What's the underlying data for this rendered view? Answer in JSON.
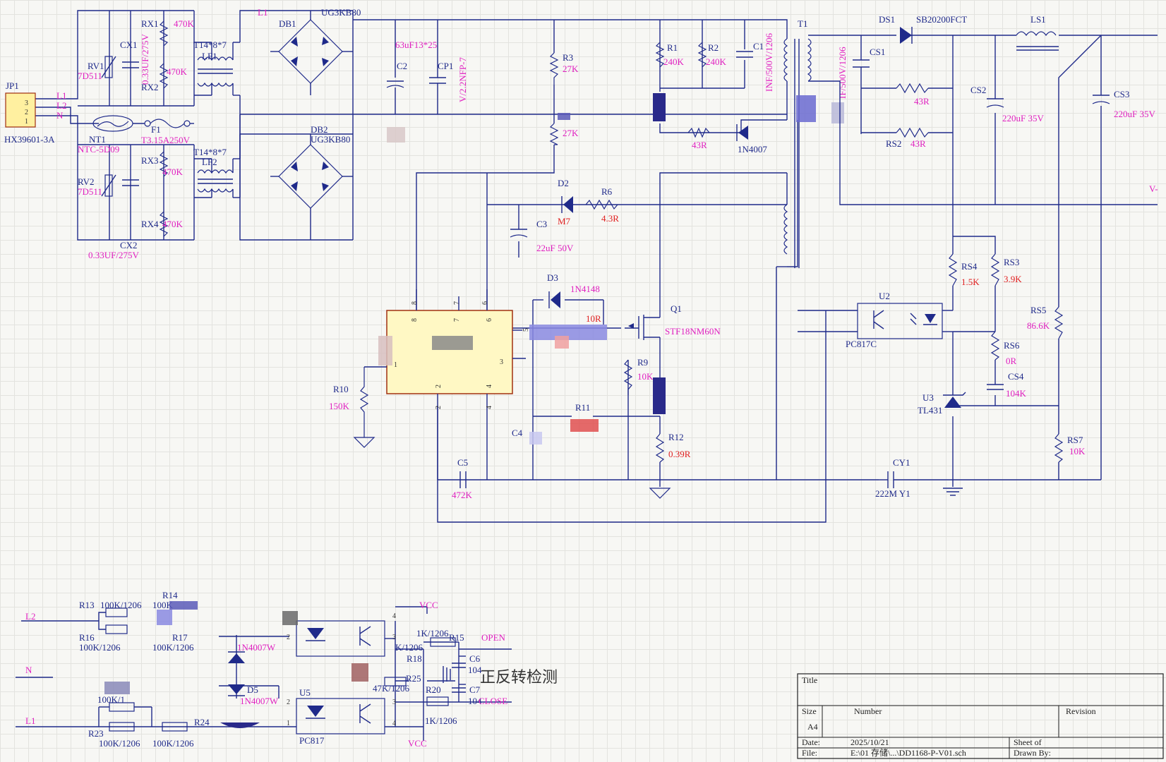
{
  "labels": {
    "jp1": "JP1",
    "jp1_part": "HX39601-3A",
    "jp1_pin3": "3",
    "jp1_pin2": "2",
    "jp1_pin1": "1",
    "l1": "L1",
    "l2": "L2",
    "n": "N",
    "cx1": "CX1",
    "cx1_val": "0.33UF/275V",
    "rv1": "RV1",
    "rv1_val": "7D511",
    "rx1": "RX1",
    "rx1_val": "470K",
    "rx2": "RX2",
    "rx2_val": "470K",
    "lf1": "LF1",
    "lf1_val": "T14*8*7",
    "nt1": "NT1",
    "nt1_val": "NTC-5D09",
    "f1": "F1",
    "f1_val": "T3.15A250V",
    "rx3": "RX3",
    "rx3_val": "470K",
    "rx4": "RX4",
    "rx4_val": "470K",
    "rv2": "RV2",
    "rv2_val": "7D511",
    "cx2": "CX2",
    "cx2_val": "0.33UF/275V",
    "lf2": "LF2",
    "lf2_val": "T14*8*7",
    "db1": "DB1",
    "db1_part": "UG3KB80",
    "db2": "DB2",
    "db2_part": "UG3KB80",
    "c2": "C2",
    "c2_val": "63uF13*25",
    "cp1": "CP1",
    "cp1_val": "V/2.2NFP-7",
    "r3": "R3",
    "r3_val": "27K",
    "r4_val": "27K",
    "r1": "R1",
    "r1_val": "240K",
    "r2": "R2",
    "r2_val": "240K",
    "c1": "C1",
    "c1_val": "INF/500V/1206",
    "r43": "43R",
    "d1_part": "1N4007",
    "t1": "T1",
    "cs1_val": "IF/500V/1206",
    "ds1": "DS1",
    "ds1_part": "SB20200FCT",
    "ls1": "LS1",
    "cs1": "CS1",
    "rs1_val": "43R",
    "rs2": "RS2",
    "rs2_val": "43R",
    "cs2": "CS2",
    "cs2_val": "220uF 35V",
    "cs3": "CS3",
    "cs3_val": "220uF 35V",
    "vminus": "V-",
    "d2": "D2",
    "d2_part": "M7",
    "r6": "R6",
    "r6_val": "4.3R",
    "c3": "C3",
    "c3_val": "22uF 50V",
    "d3": "D3",
    "d3_part": "1N4148",
    "r_10r": "10R",
    "q1": "Q1",
    "q1_part": "STF18NM60N",
    "r9": "R9",
    "r9_val": "10K",
    "r10": "R10",
    "r10_val": "150K",
    "r11": "R11",
    "r12": "R12",
    "r12_val": "0.39R",
    "c4": "C4",
    "c5": "C5",
    "c5_val": "472K",
    "cy1": "CY1",
    "cy1_val": "222M Y1",
    "rs4": "RS4",
    "rs4_val": "1.5K",
    "rs3": "RS3",
    "rs3_val": "3.9K",
    "rs5": "RS5",
    "rs5_val": "86.6K",
    "rs6": "RS6",
    "rs6_val": "0R",
    "cs4": "CS4",
    "cs4_val": "104K",
    "u2": "U2",
    "u2_part": "PC817C",
    "u3": "U3",
    "u3_part": "TL431",
    "rs7": "RS7",
    "rs7_val": "10K",
    "ic_pin8": "8",
    "ic_pin7": "7",
    "ic_pin6": "6",
    "ic_pin1": "1",
    "ic_pin3": "3",
    "ic_pin2": "2",
    "ic_pin4": "4",
    "ic_pin5": "5",
    "b_l2": "L2",
    "b_n": "N",
    "b_l1": "L1",
    "r13": "R13",
    "r13_val": "100K/1206",
    "r14": "R14",
    "r14_val": "100K",
    "r16": "R16",
    "r16_val": "100K/1206",
    "r17": "R17",
    "r17_val": "100K/1206",
    "b_d_part": "1N4007W",
    "d5": "D5",
    "d5_part": "1N4007W",
    "r23": "R23",
    "r23_val": "100K/1206",
    "r24": "R24",
    "r24_val": "100K/1206",
    "r_partial": "100K/1",
    "u5": "U5",
    "u5_part": "PC817",
    "vcc_top": "VCC",
    "vcc_bot": "VCC",
    "r15": "R15",
    "r15_val": "1K/1206",
    "r18": "R18",
    "r18_val": "K/1206",
    "r25": "R25",
    "r25_val": "47K/1206",
    "r20": "R20",
    "r20_val": "1K/1206",
    "c6": "C6",
    "c6_val": "104",
    "c7": "C7",
    "c7_val": "104",
    "open": "OPEN",
    "close": "CLOSE",
    "cjk_title": "正反转检测",
    "u5_pin1": "1",
    "u5_pin2": "2",
    "u5_pin3": "3",
    "u5_pin4": "4",
    "u4_pin2": "2",
    "u4_pin3": "3",
    "u4_pin4": "4"
  },
  "title_block": {
    "title": "Title",
    "size": "Size",
    "size_val": "A4",
    "number": "Number",
    "revision": "Revision",
    "date": "Date:",
    "date_val": "2025/10/21",
    "sheet": "Sheet   of",
    "file": "File:",
    "file_val": "E:\\01 存储\\...\\DD1168-P-V01.sch",
    "drawn": "Drawn By:"
  },
  "colors": {
    "wire": "#1f2a8a",
    "value": "#e020c0",
    "highlight": "#e02020",
    "ic_fill": "#fff8c4",
    "ic_border": "#a03010"
  }
}
